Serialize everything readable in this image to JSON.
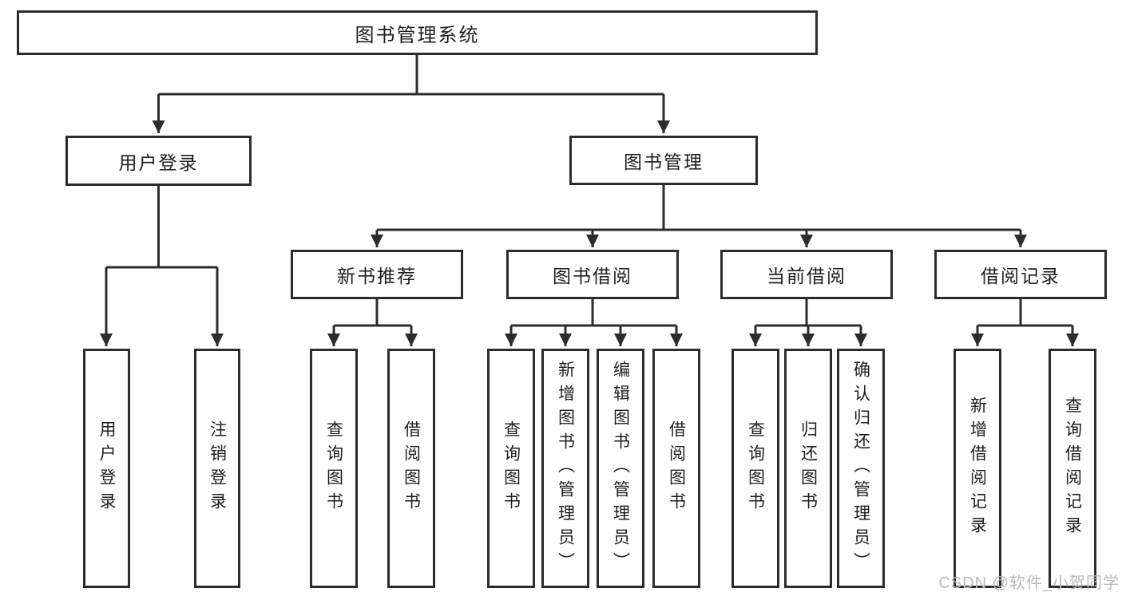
{
  "diagram_title": "图书管理系统",
  "tree": {
    "label": "图书管理系统",
    "children": [
      {
        "label": "用户登录",
        "children": [
          {
            "label": "用户登录"
          },
          {
            "label": "注销登录"
          }
        ]
      },
      {
        "label": "图书管理",
        "children": [
          {
            "label": "新书推荐",
            "children": [
              {
                "label": "查询图书"
              },
              {
                "label": "借阅图书"
              }
            ]
          },
          {
            "label": "图书借阅",
            "children": [
              {
                "label": "查询图书"
              },
              {
                "label": "新增图书（管理员）"
              },
              {
                "label": "编辑图书（管理员）"
              },
              {
                "label": "借阅图书"
              }
            ]
          },
          {
            "label": "当前借阅",
            "children": [
              {
                "label": "查询图书"
              },
              {
                "label": "归还图书"
              },
              {
                "label": "确认归还（管理员）"
              }
            ]
          },
          {
            "label": "借阅记录",
            "children": [
              {
                "label": "新增借阅记录"
              },
              {
                "label": "查询借阅记录"
              }
            ]
          }
        ]
      }
    ]
  },
  "watermark": "CSDN @软件_小贺同学",
  "colors": {
    "line": "#2c2c2c",
    "text": "#1e1e1e",
    "watermark": "#b9b9b9",
    "background": "#ffffff"
  }
}
